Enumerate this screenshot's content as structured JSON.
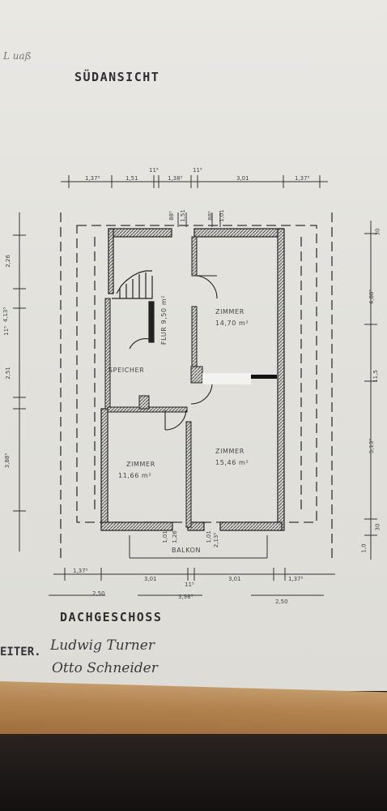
{
  "drawing": {
    "scribble": "L uaß",
    "view_title": "SÜDANSICHT",
    "floor_title": "DACHGESCHOSS",
    "leiter_label": "EITER.",
    "signature_1": "Ludwig Turner",
    "signature_2": "Otto Schneider"
  },
  "rooms": {
    "zimmer_ne": {
      "name": "ZIMMER",
      "area": "14,70 m²"
    },
    "flur": {
      "name": "FLUR 9,50 m²"
    },
    "speicher": {
      "name": "SPEICHER"
    },
    "zimmer_sw": {
      "name": "ZIMMER",
      "area": "11,66 m²"
    },
    "zimmer_se": {
      "name": "ZIMMER",
      "area": "15,46 m²"
    },
    "balkon": {
      "name": "BALKON"
    }
  },
  "dimensions": {
    "top": [
      "1,37⁵",
      "1,51",
      "11⁵",
      "1,38⁵",
      "11⁵",
      "3,01",
      "1,37⁵"
    ],
    "bottom_row1": [
      "1,37⁵",
      "3,01",
      "11⁵",
      "3,01",
      "1,37⁵"
    ],
    "bottom_row2": [
      "2,50",
      "3,98⁵",
      "2,50"
    ],
    "left": [
      "2,26",
      "4,13⁵",
      "11⁵",
      "2,51",
      "3,88⁵"
    ],
    "right": [
      "30",
      "4,88⁵",
      "11,5",
      "5,13⁵",
      "30",
      "1,0"
    ],
    "door_heights": [
      "88⁵",
      "1,51",
      "88⁵",
      "1,01"
    ],
    "balkon_heights": [
      "1,01",
      "1,26",
      "1,01",
      "2,13⁵"
    ]
  }
}
